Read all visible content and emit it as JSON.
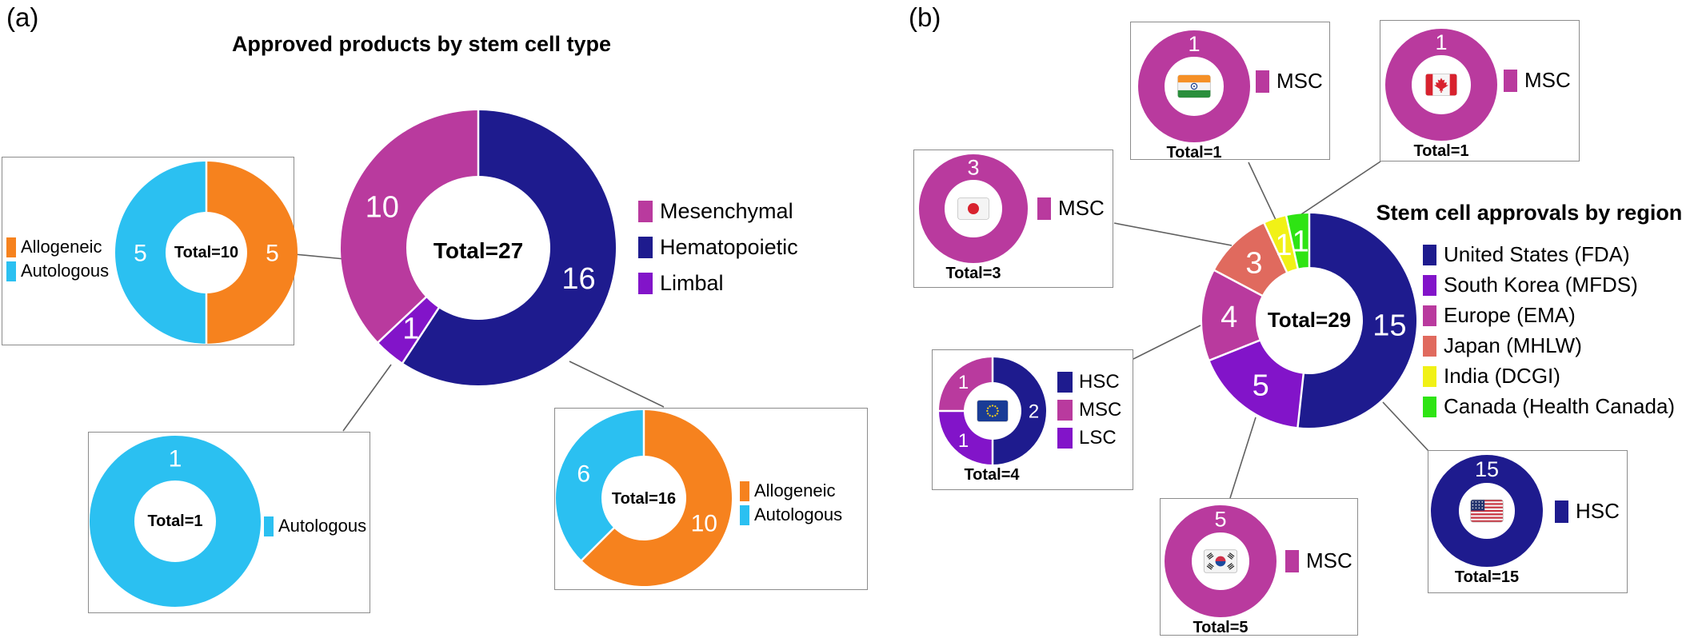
{
  "panels": {
    "a": "(a)",
    "b": "(b)"
  },
  "ui": {
    "connector_color": "#606060",
    "box_border_color": "#8c8c8c",
    "slice_label_color": "#ffffff"
  },
  "chart_data": [
    {
      "id": "a-main",
      "type": "pie",
      "title": "Approved products by stem cell type",
      "total_label": "Total=27",
      "slices": [
        {
          "label": "Hematopoietic",
          "value": 16,
          "color": "#1E1B8E"
        },
        {
          "label": "Limbal",
          "value": 1,
          "color": "#8214C9"
        },
        {
          "label": "Mesenchymal",
          "value": 10,
          "color": "#B93A9E"
        }
      ],
      "legend": [
        {
          "label": "Mesenchymal",
          "color": "#B93A9E"
        },
        {
          "label": "Hematopoietic",
          "color": "#1E1B8E"
        },
        {
          "label": "Limbal",
          "color": "#8214C9"
        }
      ],
      "legend_position": "right"
    },
    {
      "id": "a-sat-total10",
      "type": "pie",
      "total_label": "Total=10",
      "slices": [
        {
          "label": "Allogeneic",
          "value": 5,
          "color": "#F6821E"
        },
        {
          "label": "Autologous",
          "value": 5,
          "color": "#2BC0F1"
        }
      ],
      "legend": [
        {
          "label": "Allogeneic",
          "color": "#F6821E"
        },
        {
          "label": "Autologous",
          "color": "#2BC0F1"
        }
      ],
      "legend_position": "left"
    },
    {
      "id": "a-sat-total1",
      "type": "pie",
      "total_label": "Total=1",
      "slices": [
        {
          "label": "Autologous",
          "value": 1,
          "color": "#2BC0F1"
        }
      ],
      "legend": [
        {
          "label": "Autologous",
          "color": "#2BC0F1"
        }
      ],
      "legend_position": "right"
    },
    {
      "id": "a-sat-total16",
      "type": "pie",
      "total_label": "Total=16",
      "slices": [
        {
          "label": "Allogeneic",
          "value": 10,
          "color": "#F6821E"
        },
        {
          "label": "Autologous",
          "value": 6,
          "color": "#2BC0F1"
        }
      ],
      "legend": [
        {
          "label": "Allogeneic",
          "color": "#F6821E"
        },
        {
          "label": "Autologous",
          "color": "#2BC0F1"
        }
      ],
      "legend_position": "right"
    },
    {
      "id": "b-main",
      "type": "pie",
      "title": "Stem cell approvals by region",
      "total_label": "Total=29",
      "slices": [
        {
          "label": "United States (FDA)",
          "value": 15,
          "color": "#1E1B8E"
        },
        {
          "label": "South Korea (MFDS)",
          "value": 5,
          "color": "#8214C9"
        },
        {
          "label": "Europe (EMA)",
          "value": 4,
          "color": "#B93A9E"
        },
        {
          "label": "Japan (MHLW)",
          "value": 3,
          "color": "#E06A5E"
        },
        {
          "label": "India (DCGI)",
          "value": 1,
          "color": "#F1F116"
        },
        {
          "label": "Canada (Health Canada)",
          "value": 1,
          "color": "#2EE413"
        }
      ],
      "legend": [
        {
          "label": "United States (FDA)",
          "color": "#1E1B8E"
        },
        {
          "label": "South Korea (MFDS)",
          "color": "#8214C9"
        },
        {
          "label": "Europe (EMA)",
          "color": "#B93A9E"
        },
        {
          "label": "Japan (MHLW)",
          "color": "#E06A5E"
        },
        {
          "label": "India (DCGI)",
          "color": "#F1F116"
        },
        {
          "label": "Canada (Health Canada)",
          "color": "#2EE413"
        }
      ],
      "legend_position": "right"
    },
    {
      "id": "b-india",
      "type": "pie",
      "total_label": "Total=1",
      "flag": "india-flag",
      "slices": [
        {
          "label": "MSC",
          "value": 1,
          "color": "#B93A9E"
        }
      ],
      "legend": [
        {
          "label": "MSC",
          "color": "#B93A9E"
        }
      ],
      "legend_position": "right"
    },
    {
      "id": "b-canada",
      "type": "pie",
      "total_label": "Total=1",
      "flag": "canada-flag",
      "slices": [
        {
          "label": "MSC",
          "value": 1,
          "color": "#B93A9E"
        }
      ],
      "legend": [
        {
          "label": "MSC",
          "color": "#B93A9E"
        }
      ],
      "legend_position": "right"
    },
    {
      "id": "b-japan",
      "type": "pie",
      "total_label": "Total=3",
      "flag": "japan-flag",
      "slices": [
        {
          "label": "MSC",
          "value": 3,
          "color": "#B93A9E"
        }
      ],
      "legend": [
        {
          "label": "MSC",
          "color": "#B93A9E"
        }
      ],
      "legend_position": "right"
    },
    {
      "id": "b-europe",
      "type": "pie",
      "total_label": "Total=4",
      "flag": "eu-flag",
      "slices": [
        {
          "label": "HSC",
          "value": 2,
          "color": "#1E1B8E"
        },
        {
          "label": "LSC",
          "value": 1,
          "color": "#8214C9"
        },
        {
          "label": "MSC",
          "value": 1,
          "color": "#B93A9E"
        }
      ],
      "legend": [
        {
          "label": "HSC",
          "color": "#1E1B8E"
        },
        {
          "label": "MSC",
          "color": "#B93A9E"
        },
        {
          "label": "LSC",
          "color": "#8214C9"
        }
      ],
      "legend_position": "right"
    },
    {
      "id": "b-korea",
      "type": "pie",
      "total_label": "Total=5",
      "flag": "south-korea-flag",
      "slices": [
        {
          "label": "MSC",
          "value": 5,
          "color": "#B93A9E"
        }
      ],
      "legend": [
        {
          "label": "MSC",
          "color": "#B93A9E"
        }
      ],
      "legend_position": "right"
    },
    {
      "id": "b-us",
      "type": "pie",
      "total_label": "Total=15",
      "flag": "usa-flag",
      "slices": [
        {
          "label": "HSC",
          "value": 15,
          "color": "#1E1B8E"
        }
      ],
      "legend": [
        {
          "label": "HSC",
          "color": "#1E1B8E"
        }
      ],
      "legend_position": "right"
    }
  ]
}
